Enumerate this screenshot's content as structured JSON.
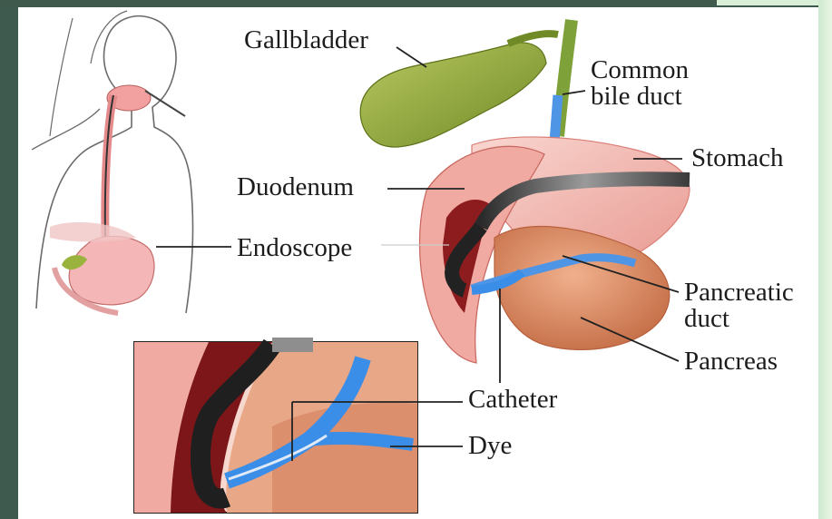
{
  "labels": {
    "gallbladder": "Gallbladder",
    "common_bile_duct_line1": "Common",
    "common_bile_duct_line2": "bile duct",
    "stomach": "Stomach",
    "duodenum": "Duodenum",
    "endoscope": "Endoscope",
    "pancreatic_duct_line1": "Pancreatic",
    "pancreatic_duct_line2": "duct",
    "pancreas": "Pancreas",
    "catheter": "Catheter",
    "dye": "Dye"
  },
  "colors": {
    "label_text": "#1c1c1c",
    "leader_line": "#222222",
    "background": "#ffffff",
    "border_dark": "#3e5a4e",
    "tissue_pink": "#f2b3ac",
    "gallbladder_green": "#8fa83a",
    "dye_blue": "#3a8ee8",
    "pancreas_tan": "#d9906a"
  }
}
